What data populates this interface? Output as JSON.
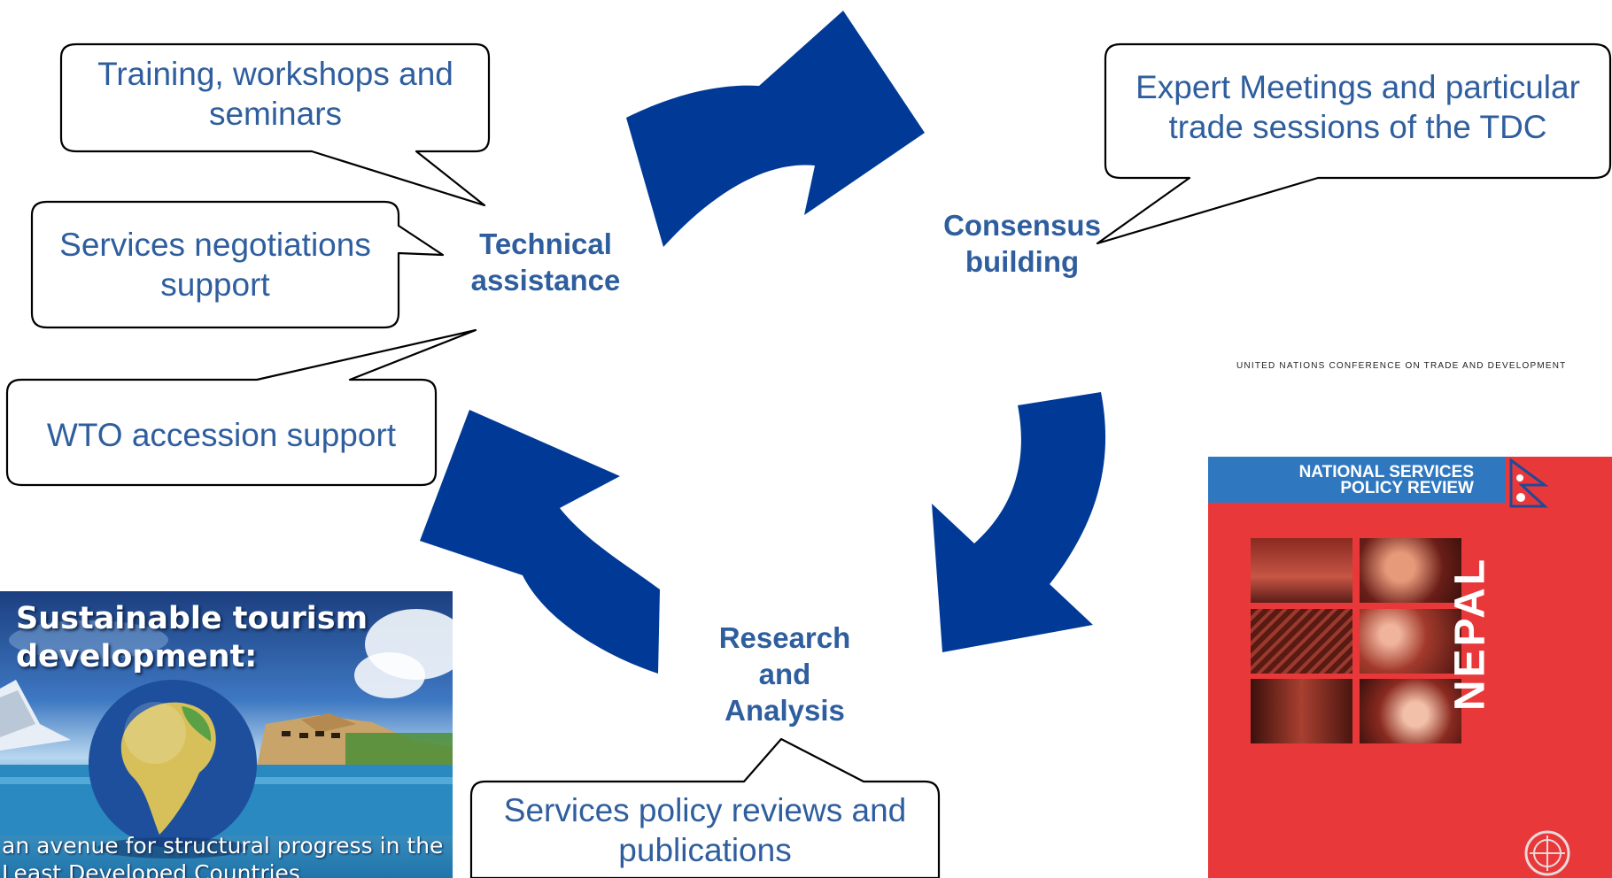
{
  "nodes": {
    "technical_assistance": "Technical\nassistance",
    "consensus_building": "Consensus\nbuilding",
    "research_analysis": "Research\nand\nAnalysis"
  },
  "callouts": {
    "training": "Training, workshops and\nseminars",
    "services_negotiations": "Services negotiations\nsupport",
    "wto_accession": "WTO accession support",
    "expert_meetings": "Expert Meetings and particular\ntrade sessions of the TDC",
    "policy_reviews": "Services policy reviews and\npublications"
  },
  "colors": {
    "arrow": "#003A96",
    "text": "#2F5E9E"
  },
  "tourism_cover": {
    "title": "Sustainable tourism\ndevelopment:",
    "subtitle": "an avenue for structural progress in the\nLeast Developed Countries"
  },
  "nepal_cover": {
    "series": "NATIONAL SERVICES\nPOLICY REVIEW",
    "country": "NEPAL"
  },
  "unctad_caption": "UNITED NATIONS CONFERENCE ON TRADE AND DEVELOPMENT"
}
